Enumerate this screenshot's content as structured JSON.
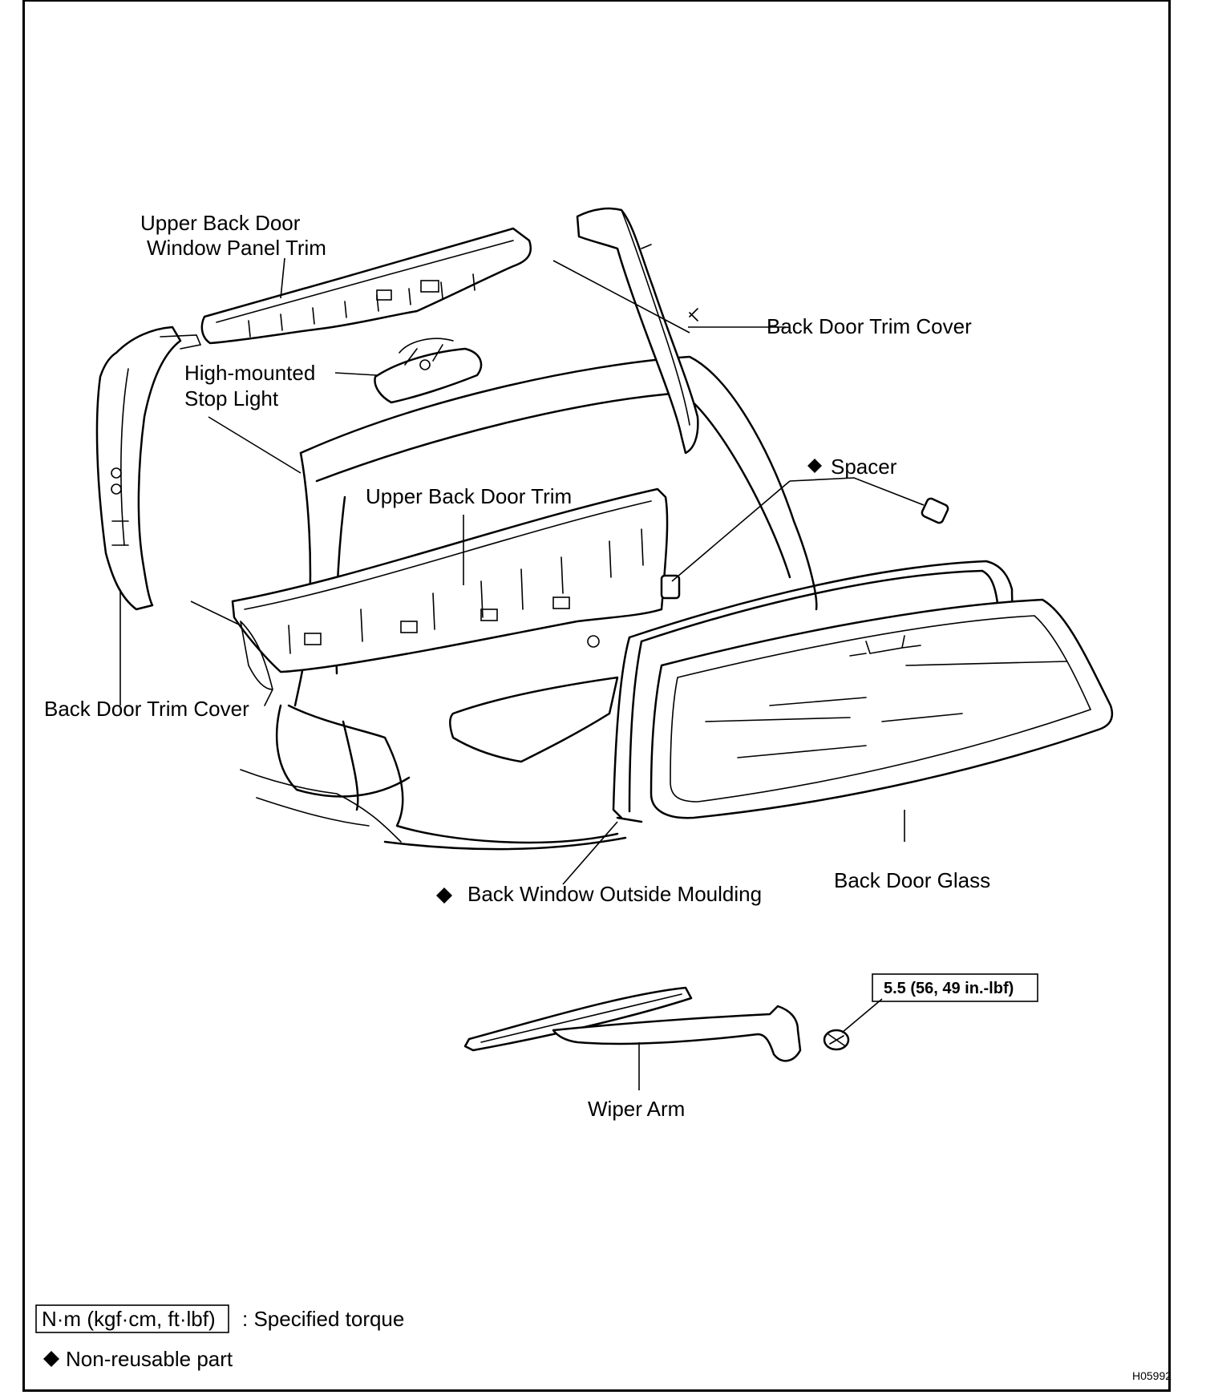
{
  "labels": {
    "upper_panel_trim_line1": "Upper Back Door",
    "upper_panel_trim_line2": "Window Panel Trim",
    "trim_cover_right": "Back Door Trim Cover",
    "stop_light_line1": "High-mounted",
    "stop_light_line2": "Stop Light",
    "spacer": "Spacer",
    "upper_back_door_trim": "Upper Back Door Trim",
    "trim_cover_left": "Back Door Trim Cover",
    "outside_moulding": "Back Window Outside Moulding",
    "back_door_glass": "Back Door Glass",
    "torque_value": "5.5 (56, 49 in.-lbf)",
    "wiper_arm": "Wiper Arm"
  },
  "legend": {
    "torque_box": "N·m (kgf·cm, ft·lbf)",
    "torque_text": ": Specified torque",
    "nonreusable_text": "Non-reusable part"
  },
  "figure_id": "H05992"
}
